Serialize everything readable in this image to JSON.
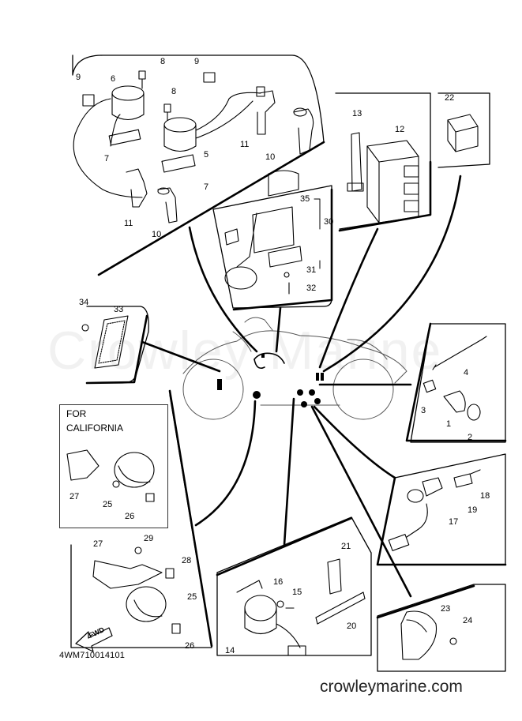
{
  "diagram": {
    "watermark": "Crowley Marine",
    "california_box": {
      "line1": "FOR",
      "line2": "CALIFORNIA"
    },
    "footer_code": "4WM710014101",
    "site": "crowleymarine.com",
    "fwd_label": "FWD",
    "part_numbers": {
      "p1": "1",
      "p2": "2",
      "p3": "3",
      "p4": "4",
      "p5": "5",
      "p6": "6",
      "p7a": "7",
      "p7b": "7",
      "p8a": "8",
      "p8b": "8",
      "p9a": "9",
      "p9b": "9",
      "p10a": "10",
      "p10b": "10",
      "p11a": "11",
      "p11b": "11",
      "p12": "12",
      "p13": "13",
      "p14": "14",
      "p15": "15",
      "p16": "16",
      "p17": "17",
      "p18": "18",
      "p19": "19",
      "p20": "20",
      "p21": "21",
      "p22": "22",
      "p23": "23",
      "p24": "24",
      "p25a": "25",
      "p25b": "25",
      "p26a": "26",
      "p26b": "26",
      "p27a": "27",
      "p27b": "27",
      "p28": "28",
      "p29": "29",
      "p30": "30",
      "p31": "31",
      "p32": "32",
      "p33": "33",
      "p34": "34",
      "p35": "35"
    }
  }
}
